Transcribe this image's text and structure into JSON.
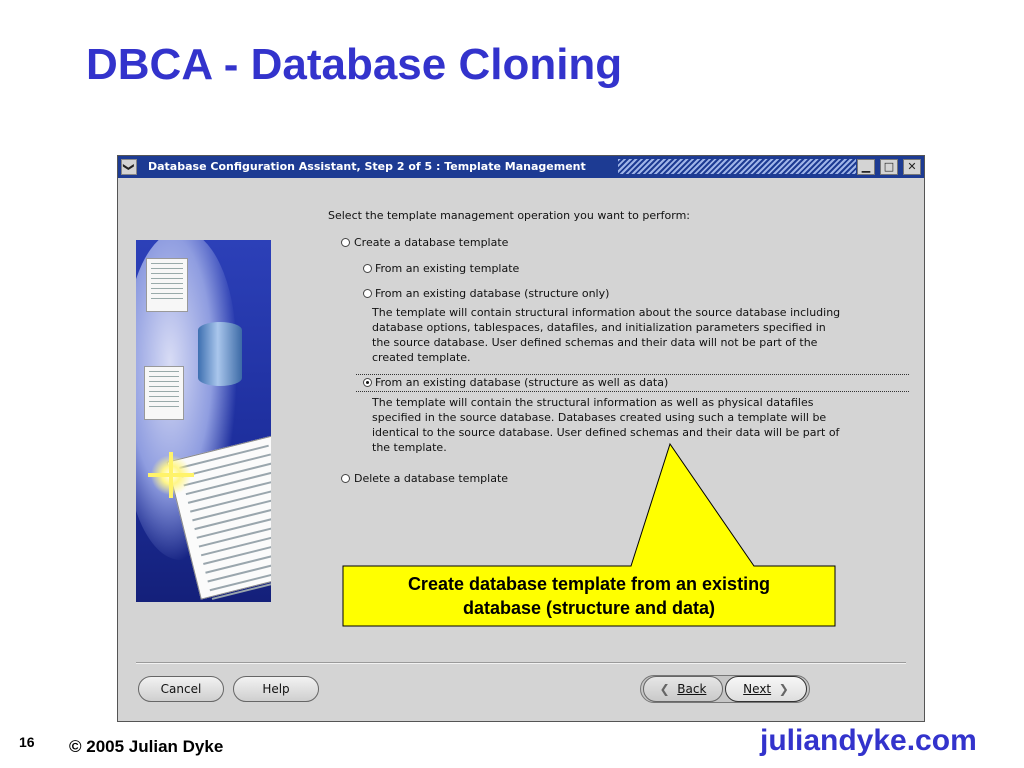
{
  "slide": {
    "title": "DBCA - Database Cloning",
    "page_number": "16",
    "copyright": "© 2005 Julian Dyke",
    "site": "juliandyke.com"
  },
  "window": {
    "title": "Database Configuration Assistant, Step 2 of 5 : Template Management",
    "minimize_label": "▁",
    "maximize_label": "□",
    "close_label": "✕",
    "menu_label": "❯"
  },
  "form": {
    "prompt": "Select the template management operation you want to perform:",
    "option_create": "Create a database template",
    "option_from_template": "From an existing template",
    "option_structure_only": "From an existing database (structure only)",
    "structure_only_desc": [
      "The template will contain structural information about the source database including",
      "database options, tablespaces, datafiles, and initialization parameters specified in",
      "the source database. User defined schemas and their data will not be part of the",
      "created template."
    ],
    "option_structure_data": "From an existing database (structure as well as data)",
    "structure_data_desc": [
      "The template will contain the structural information as well as physical datafiles",
      "specified in the source database. Databases created using such a template will be",
      "identical to the source database. User defined schemas and their data will be part of",
      "the template."
    ],
    "option_delete": "Delete a database template",
    "selected": "structure_data"
  },
  "buttons": {
    "cancel": "Cancel",
    "help": "Help",
    "back": "Back",
    "next": "Next"
  },
  "callout": {
    "line1": "Create database template from an existing",
    "line2": "database (structure and data)",
    "fill": "#ffff00"
  },
  "colors": {
    "title_blue": "#3333cc",
    "titlebar": "#1d3b93",
    "window_bg": "#d4d4d4"
  }
}
